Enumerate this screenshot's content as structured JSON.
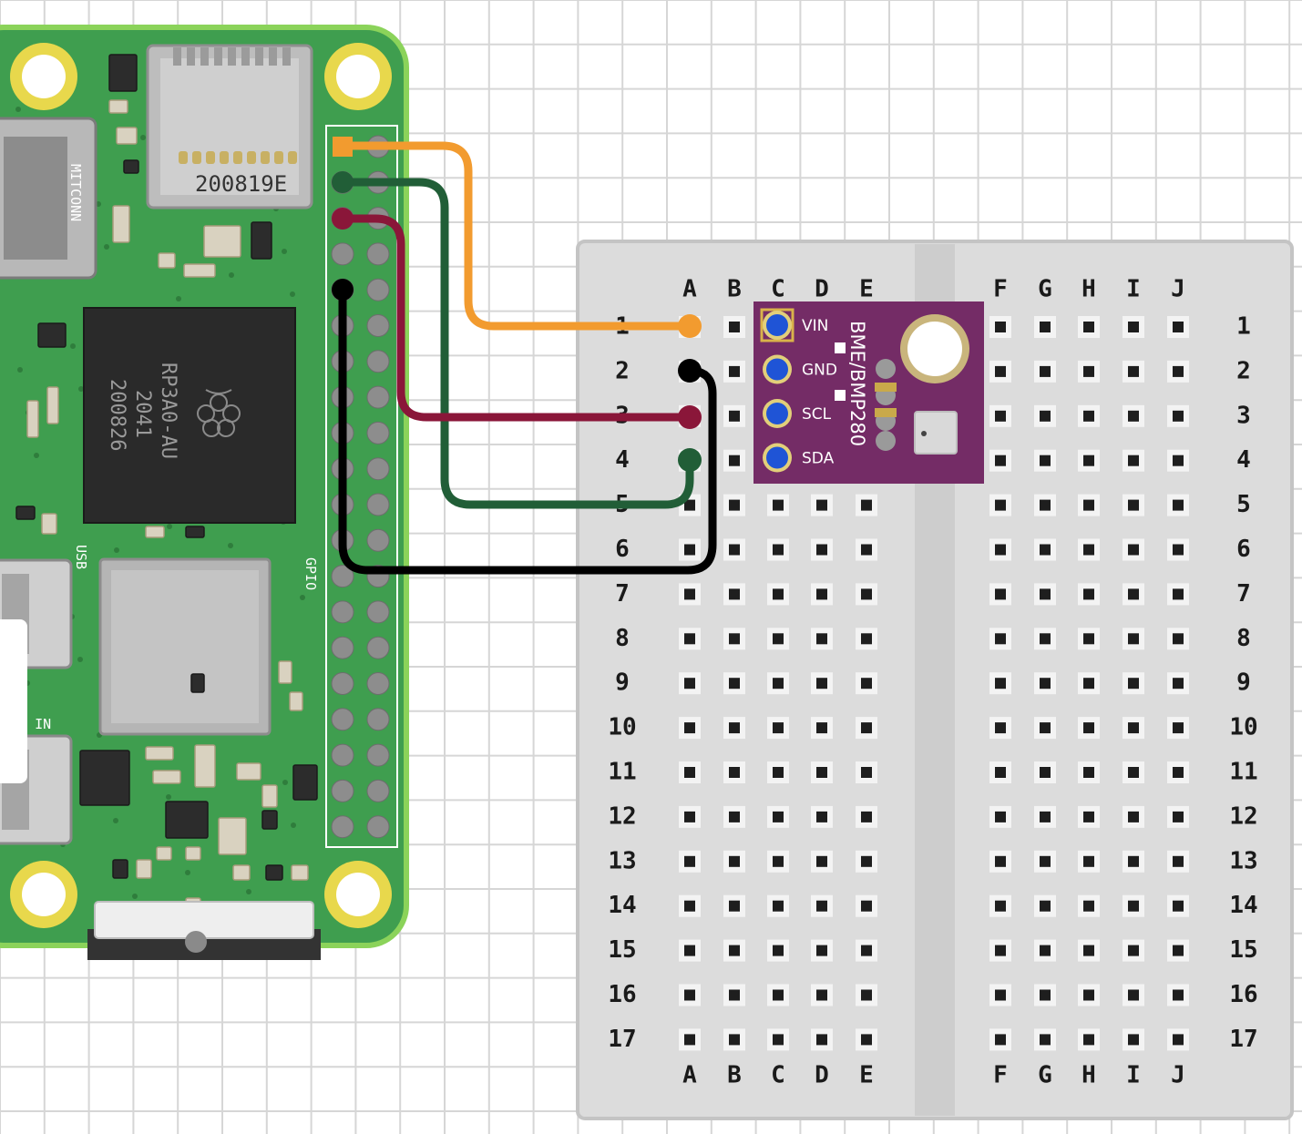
{
  "colors": {
    "grid_bg": "#ffffff",
    "grid_line": "#d6d6d6",
    "pcb_green": "#3f9e4f",
    "pcb_dark": "#2f7d3c",
    "breadboard": "#dcdcdc",
    "breadboard_border": "#c4c4c4",
    "sensor_purple": "#742c66",
    "pin_blue": "#1f54d6",
    "mount_gold": "#e8d84c"
  },
  "pi": {
    "chip_text": [
      "RP3A0-AU",
      "2041",
      "200826"
    ],
    "sd_text": "200819E",
    "silk_usb": "USB",
    "silk_pwr": "PWR IN",
    "silk_gpio": "GPIO",
    "silk_mitconn": "MITCONN",
    "logo_icon": "raspberry-icon"
  },
  "breadboard": {
    "columns_left": [
      "A",
      "B",
      "C",
      "D",
      "E"
    ],
    "columns_right": [
      "F",
      "G",
      "H",
      "I",
      "J"
    ],
    "rows": [
      "1",
      "2",
      "3",
      "4",
      "5",
      "6",
      "7",
      "8",
      "9",
      "10",
      "11",
      "12",
      "13",
      "14",
      "15",
      "16",
      "17"
    ]
  },
  "sensor": {
    "title": "BME/BMP280",
    "pins": [
      "VIN",
      "GND",
      "SCL",
      "SDA"
    ]
  },
  "wires": [
    {
      "name": "vin-wire",
      "color": "#f29b2f",
      "from_gpio": "pin 1 (3V3)",
      "to": "A1"
    },
    {
      "name": "sda-wire",
      "color": "#215e37",
      "from_gpio": "pin 3 (SDA)",
      "to": "A4"
    },
    {
      "name": "scl-wire",
      "color": "#8a1639",
      "from_gpio": "pin 5 (SCL)",
      "to": "A3"
    },
    {
      "name": "gnd-wire",
      "color": "#000000",
      "from_gpio": "pin 9 (GND)",
      "to": "A2"
    }
  ]
}
